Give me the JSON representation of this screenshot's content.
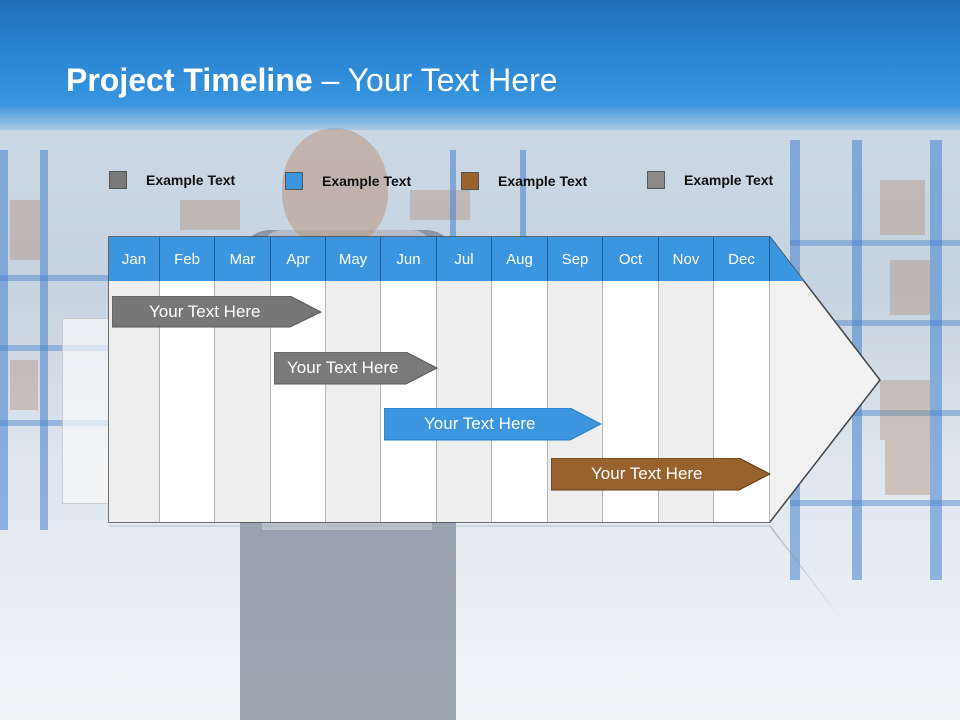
{
  "header": {
    "title_bold": "Project Timeline",
    "title_rest": " – Your Text Here"
  },
  "legend": [
    {
      "label": "Example Text",
      "color": "#7a7a7a"
    },
    {
      "label": "Example Text",
      "color": "#3b95df"
    },
    {
      "label": "Example Text",
      "color": "#9a6230"
    },
    {
      "label": "Example Text",
      "color": "#8a8a8a"
    }
  ],
  "months": [
    "Jan",
    "Feb",
    "Mar",
    "Apr",
    "May",
    "Jun",
    "Jul",
    "Aug",
    "Sep",
    "Oct",
    "Nov",
    "Dec"
  ],
  "bars": [
    {
      "label": "Your  Text Here",
      "color": "#777777"
    },
    {
      "label": "Your  Text Here",
      "color": "#7a7a7a"
    },
    {
      "label": "Your  Text Here",
      "color": "#3b95df"
    },
    {
      "label": "Your  Text Here",
      "color": "#98622e"
    }
  ],
  "colors": {
    "header": "#2f8bd8",
    "month_header": "#3b95df",
    "arrow_fill": "#f2f2f2"
  }
}
